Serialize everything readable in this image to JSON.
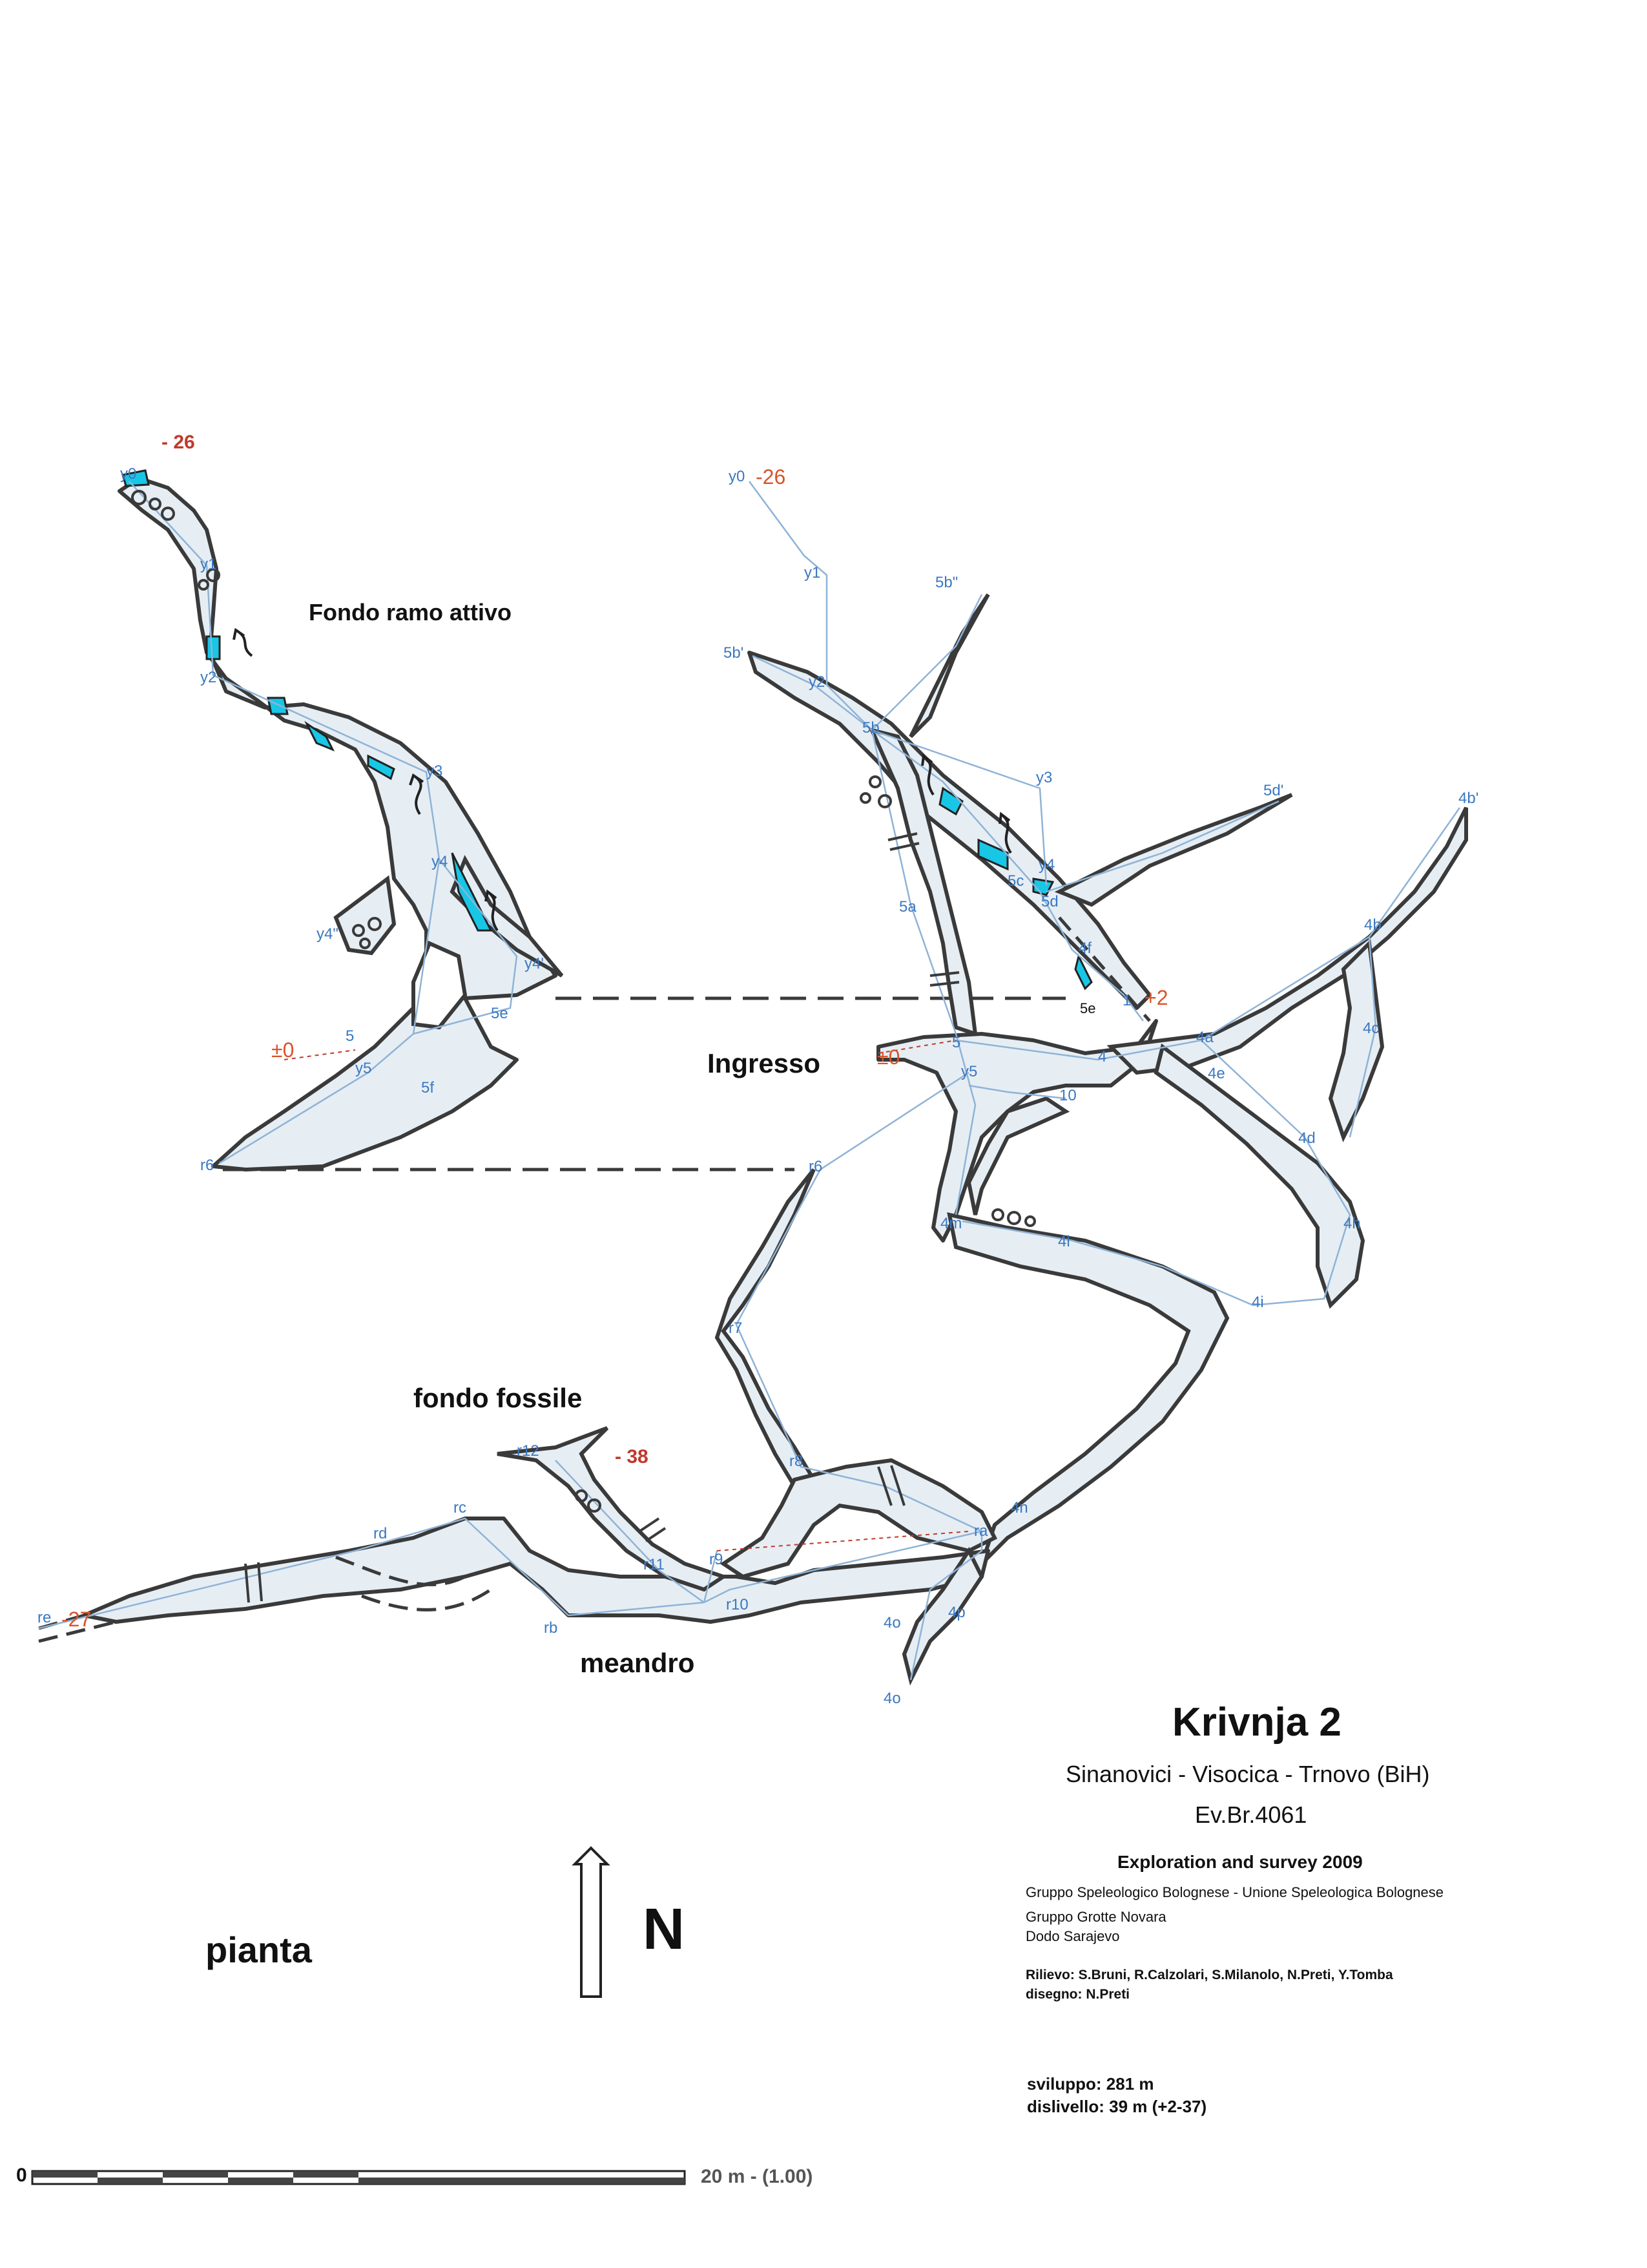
{
  "map": {
    "title": "Krivnja 2",
    "location": "Sinanovici - Visocica - Trnovo (BiH)",
    "registry": "Ev.Br.4061",
    "exploration": "Exploration and survey 2009",
    "groups": [
      "Gruppo Speleologico Bolognese - Unione Speleologica Bolognese",
      "Gruppo Grotte Novara",
      "Dodo Sarajevo"
    ],
    "survey_credit": "Rilievo: S.Bruni, R.Calzolari, S.Milanolo, N.Preti, Y.Tomba",
    "drawing_credit": "disegno: N.Preti",
    "length": "sviluppo: 281 m",
    "depth": "dislivello: 39 m (+2-37)",
    "view_label": "pianta",
    "north_label": "N",
    "scale": {
      "start": "0",
      "end": "20 m - (1.00)"
    },
    "area_labels": {
      "active_bottom": "Fondo ramo attivo",
      "entrance": "Ingresso",
      "fossil_bottom": "fondo fossile",
      "meander": "meandro"
    },
    "depth_marks": {
      "active_bottom_left": "- 26",
      "y0_right": "-26",
      "fossil_bottom": "- 38",
      "re_left": "-27",
      "entrance_left": "±0",
      "entrance_right": "±0",
      "high_point": "+2"
    },
    "stations": {
      "left": [
        "y0",
        "y1",
        "y2",
        "y3",
        "y4",
        "y4'",
        "y4\"",
        "y5",
        "5",
        "5e",
        "5f",
        "r6"
      ],
      "right_top": [
        "y0",
        "y1",
        "5b\"",
        "5b'",
        "y2",
        "5b",
        "y3",
        "5d'",
        "4b'",
        "5c",
        "y4",
        "5d",
        "5a",
        "4b",
        "4f",
        "5e",
        "1",
        "4a",
        "4c",
        "5",
        "y5",
        "4",
        "4e",
        "10",
        "r6",
        "4d",
        "4m",
        "4l",
        "4h",
        "4i",
        "r7"
      ],
      "bottom": [
        "r12",
        "r8",
        "4n",
        "rd",
        "rc",
        "r9",
        "ra",
        "r11",
        "re",
        "rb",
        "r10",
        "4p",
        "4o",
        "4o"
      ]
    },
    "colors": {
      "wall": "#3a3a3a",
      "floor": "#e6eef4",
      "water": "#18c6e6",
      "survey": "#8fb3d6",
      "station": "#3c78c0",
      "depth_red": "#c0392b"
    }
  }
}
